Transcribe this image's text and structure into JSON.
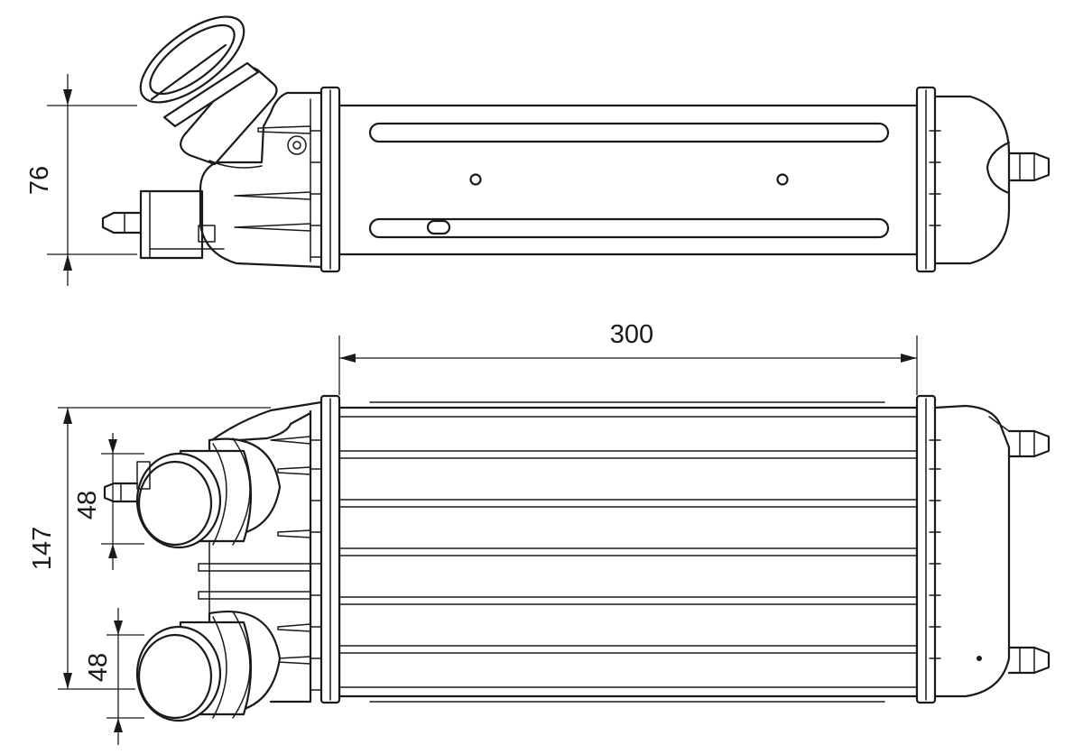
{
  "dimensions": {
    "top_height": "76",
    "length": "300",
    "overall_height": "147",
    "upper_pipe_diameter": "48",
    "lower_pipe_diameter": "48"
  },
  "colors": {
    "line": "#1a1a1a",
    "background": "#ffffff"
  }
}
